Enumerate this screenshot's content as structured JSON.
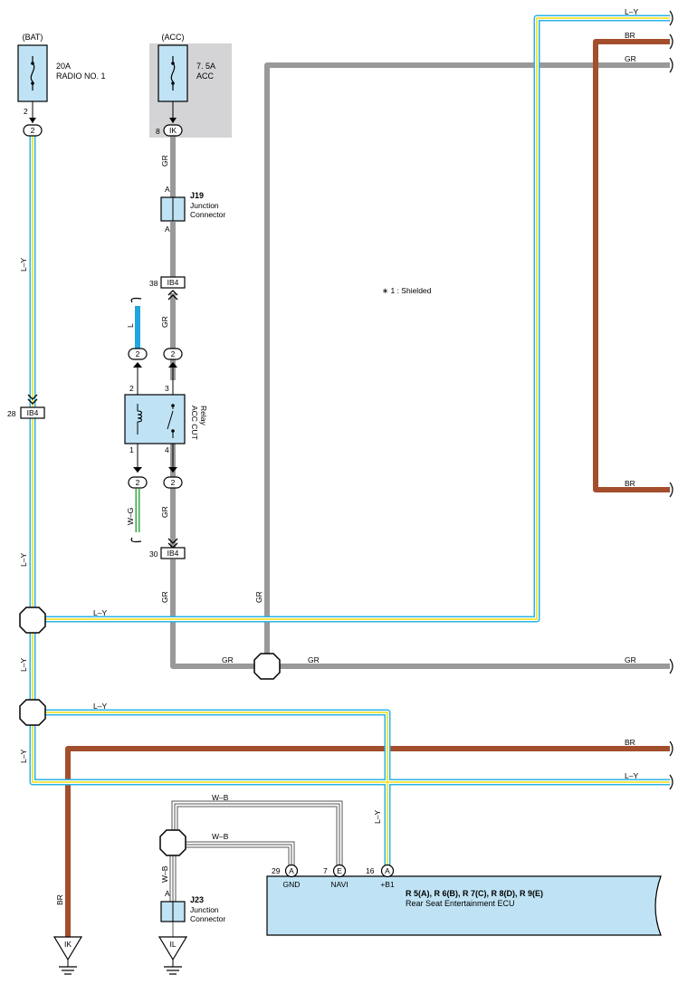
{
  "colors": {
    "l_y_outer": "#2bb3e6",
    "l_y_inner": "#f2e64a",
    "gr": "#999999",
    "br": "#a34e2c",
    "l": "#22a6dd",
    "w_g_outer": "#3aaa4a",
    "w_b": "#555555",
    "component_fill": "#bfe3f5",
    "shade": "#d4d4d6"
  },
  "fuses": {
    "bat": {
      "source": "(BAT)",
      "amp": "20A",
      "name": "RADIO NO. 1",
      "pin": "2",
      "conn": "2"
    },
    "acc": {
      "source": "(ACC)",
      "amp": "7. 5A",
      "name": "ACC",
      "pin": "8",
      "conn": "IK"
    }
  },
  "j19": {
    "id": "J19",
    "line1": "Junction",
    "line2": "Connector",
    "pin_top": "A",
    "pin_bottom": "A"
  },
  "j23": {
    "id": "J23",
    "line1": "Junction",
    "line2": "Connector",
    "pin": "A"
  },
  "relay": {
    "line1": "ACC CUT",
    "line2": "Relay",
    "pin_tl": "2",
    "pin_tr": "3",
    "pin_bl": "1",
    "pin_br": "4",
    "conn_tl": "2",
    "conn_tr": "2",
    "conn_bl": "2",
    "conn_br": "2"
  },
  "connectors": {
    "ib4_38": {
      "pin": "38",
      "id": "IB4"
    },
    "ib4_28": {
      "pin": "28",
      "id": "IB4"
    },
    "ib4_30": {
      "pin": "30",
      "id": "IB4"
    }
  },
  "wire_labels": {
    "l_y": "L–Y",
    "gr": "GR",
    "br": "BR",
    "l": "L",
    "w_g": "W–G",
    "w_b": "W–B"
  },
  "note": "∗ 1 : Shielded",
  "ecu": {
    "title": "R 5(A), R 6(B), R 7(C), R 8(D), R 9(E)",
    "name": "Rear Seat Entertainment ECU",
    "pins": [
      {
        "num": "29",
        "conn": "A",
        "label": "GND"
      },
      {
        "num": "7",
        "conn": "E",
        "label": "NAVI"
      },
      {
        "num": "16",
        "conn": "A",
        "label": "+B1"
      }
    ]
  },
  "grounds": {
    "ik": "IK",
    "il": "IL"
  }
}
